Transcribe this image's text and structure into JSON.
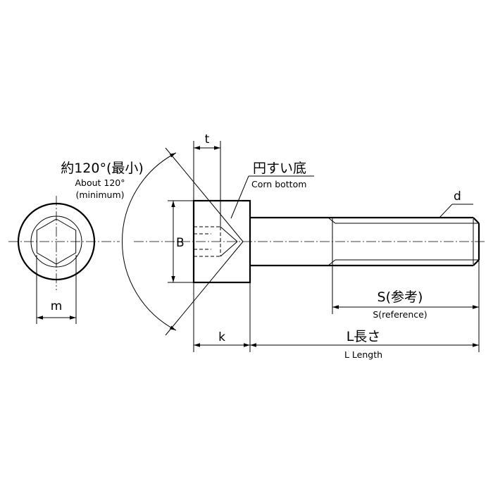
{
  "labels": {
    "t": "t",
    "angle_jp": "約120°(最小)",
    "angle_en1": "About 120°",
    "angle_en2": "(minimum)",
    "cone_jp": "円すい底",
    "cone_en": "Corn bottom",
    "d": "d",
    "B": "B",
    "m": "m",
    "k": "k",
    "s_jp": "S(参考)",
    "s_en": "S(reference)",
    "l_jp": "L長さ",
    "l_en": "L Length"
  }
}
